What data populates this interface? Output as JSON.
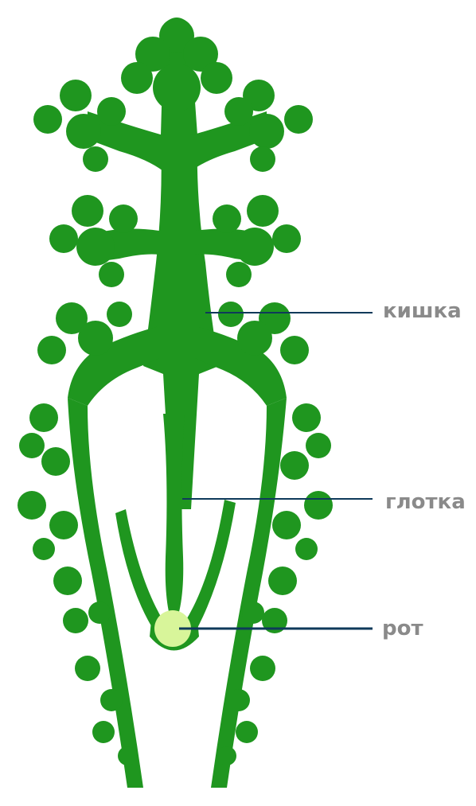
{
  "labels": {
    "gut": "кишка",
    "pharynx": "глотка",
    "mouth": "рот"
  },
  "colors": {
    "body": "#1f961f",
    "mouth": "#d8f59a",
    "pointer_line": "#0e3a5a",
    "label_text": "#8a8a8a",
    "background": "#ffffff"
  }
}
